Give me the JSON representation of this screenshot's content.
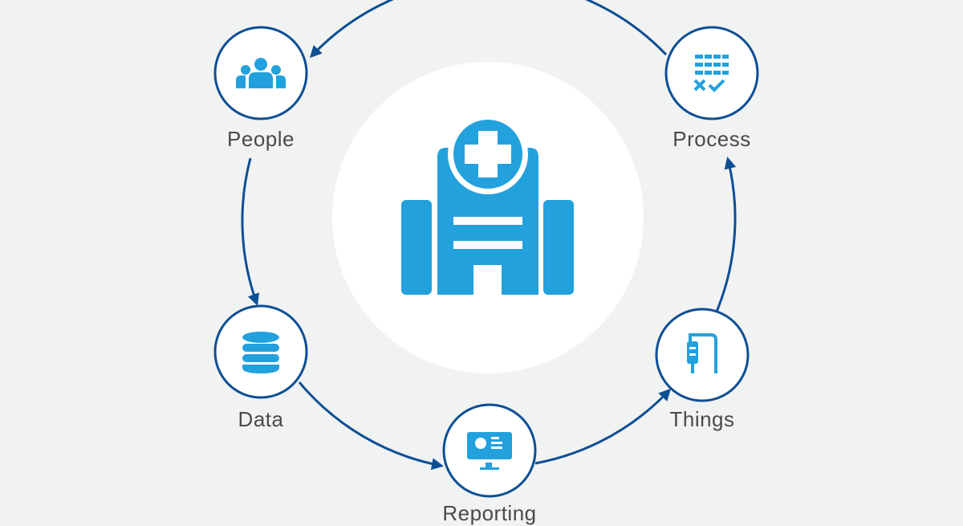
{
  "colors": {
    "background": "#f1f2f2",
    "ring": "#0d4f94",
    "icon": "#22a1dd",
    "node_fill": "#ffffff"
  },
  "center": {
    "icon": "hospital-icon"
  },
  "nodes": [
    {
      "label": "People",
      "icon": "people-group-icon"
    },
    {
      "label": "Process",
      "icon": "process-checklist-icon"
    },
    {
      "label": "Data",
      "icon": "database-icon"
    },
    {
      "label": "Things",
      "icon": "iv-drip-icon"
    },
    {
      "label": "Reporting",
      "icon": "monitor-report-icon"
    }
  ]
}
